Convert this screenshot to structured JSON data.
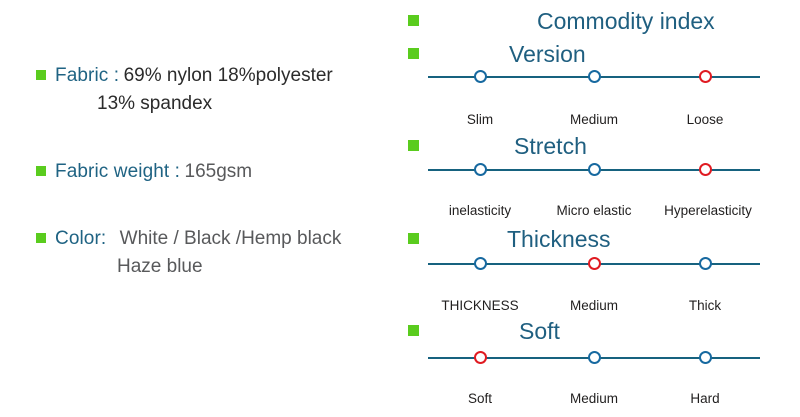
{
  "specs": {
    "rows": [
      {
        "bullet": "green-square-bullet",
        "label": "Fabric :",
        "value": "69% nylon 18%polyester",
        "value_line2": "13% spandex"
      },
      {
        "bullet": "green-square-bullet",
        "label": "Fabric  weight :",
        "value": "165gsm",
        "value_line2": ""
      },
      {
        "bullet": "green-square-bullet",
        "label": "Color:",
        "value": "White / Black /Hemp black",
        "value_line2": "Haze blue"
      }
    ]
  },
  "index": {
    "title": "Commodity index",
    "sections": [
      {
        "title": "Version",
        "options": [
          "Slim",
          "Medium",
          "Loose"
        ],
        "selected": 2
      },
      {
        "title": "Stretch",
        "options": [
          "inelasticity",
          "Micro elastic",
          "Hyperelasticity"
        ],
        "selected": 2
      },
      {
        "title": "Thickness",
        "options": [
          "THICKNESS",
          "Medium",
          "Thick"
        ],
        "selected": 1
      },
      {
        "title": "Soft",
        "options": [
          "Soft",
          "Medium",
          "Hard"
        ],
        "selected": 0
      }
    ]
  },
  "colors": {
    "bullet_green": "#5ACC1E",
    "heading_blue": "#1F5F80",
    "label_blue": "#1F6383",
    "line_blue": "#16627F",
    "node_blue": "#1769A0",
    "node_selected_red": "#E01B22",
    "value_gray": "#2B2B2B",
    "background": "#FFFFFF"
  }
}
